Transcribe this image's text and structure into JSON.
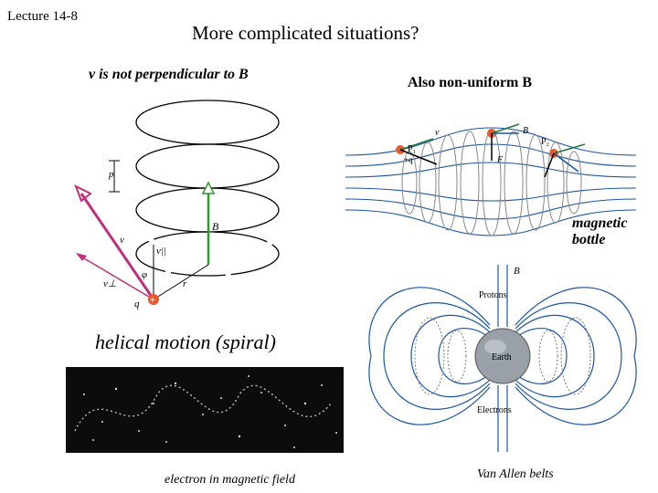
{
  "header": {
    "lecture": "Lecture 14-8",
    "title": "More complicated situations?"
  },
  "left_panel": {
    "heading": "v is not perpendicular to B",
    "labels": {
      "p": "p",
      "v": "v",
      "v_par": "v||",
      "phi": "φ",
      "v_perp": "v⊥",
      "q": "q",
      "r": "r",
      "B": "B"
    },
    "helical_caption": "helical motion (spiral)",
    "photo_caption": "electron in magnetic field"
  },
  "right_panel": {
    "heading": "Also non-uniform B",
    "bottle_caption": "magnetic bottle",
    "bottle_labels": {
      "P1": "P₁",
      "P2": "P₂",
      "q": "+q",
      "v": "v",
      "B": "B",
      "F": "F"
    },
    "belts_caption": "Van Allen belts",
    "belts_labels": {
      "B": "B",
      "protons": "Protons",
      "earth": "Earth",
      "electrons": "Electrons"
    }
  },
  "colors": {
    "field_line": "#1a55a8",
    "arrow_magenta": "#c0307a",
    "field_green": "#2e9a2e",
    "charge": "#e85a2a"
  }
}
